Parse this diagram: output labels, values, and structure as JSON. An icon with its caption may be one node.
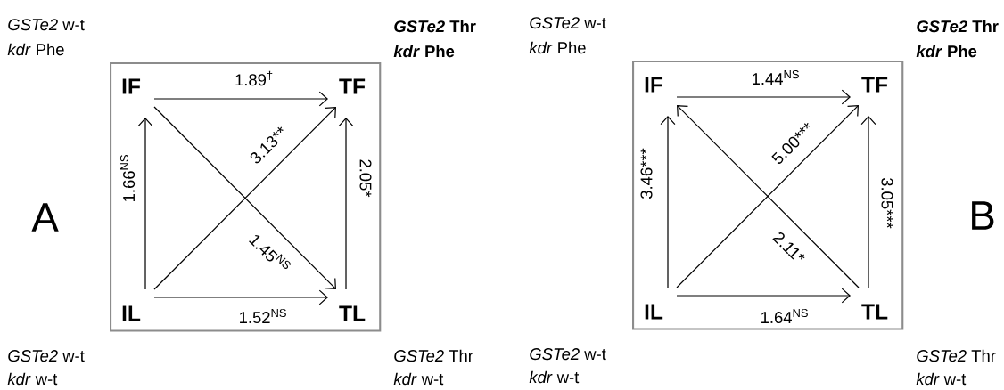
{
  "diagram": {
    "nodes": [
      {
        "text": [],
        "shape": "box"
      },
      {
        "text": [
          "IF"
        ],
        "in": 0
      },
      {
        "text": [
          "TF"
        ],
        "in": 0
      },
      {
        "text": [
          "IL"
        ],
        "in": 0
      },
      {
        "text": [
          "TL"
        ],
        "in": 0
      },
      {
        "text": [],
        "shape": "box"
      },
      {
        "text": [
          "IF"
        ],
        "in": 5
      },
      {
        "text": [
          "TF"
        ],
        "in": 5
      },
      {
        "text": [
          "IL"
        ],
        "in": 5
      },
      {
        "text": [
          "TL"
        ],
        "in": 5
      }
    ],
    "edges": [
      {
        "from": 1,
        "to": 2,
        "arrow": "to",
        "label": "1.89$^{†}$"
      },
      {
        "from": 3,
        "to": 1,
        "arrow": "to",
        "label": "1.66$^{NS}$"
      },
      {
        "from": 3,
        "to": 2,
        "arrow": "to",
        "label": "3.13**"
      },
      {
        "from": 4,
        "to": 2,
        "arrow": "to",
        "label": "2.05*"
      },
      {
        "from": 1,
        "to": 4,
        "arrow": "to",
        "label": "1.45$^{NS}$"
      },
      {
        "from": 3,
        "to": 4,
        "arrow": "to",
        "label": "1.52$^{NS}$"
      },
      {
        "from": 6,
        "to": 7,
        "arrow": "to",
        "label": "1.44$^{NS}$"
      },
      {
        "from": 8,
        "to": 6,
        "arrow": "to",
        "label": "3.46***"
      },
      {
        "from": 8,
        "to": 7,
        "arrow": "to",
        "label": "5.00***"
      },
      {
        "from": 9,
        "to": 7,
        "arrow": "to",
        "label": "3.05***"
      },
      {
        "from": 9,
        "to": 6,
        "arrow": "to",
        "label": "2.11*"
      },
      {
        "from": 8,
        "to": 9,
        "arrow": "to",
        "label": "1.64$^{NS}$"
      }
    ],
    "labels": [
      "*GSTe2* w-t",
      "*kdr* Phe",
      "*GSTe2* Thr",
      "*kdr* Phe",
      "*GSTe2* w-t",
      "*kdr* Phe",
      "*GSTe2* Thr",
      "*kdr* Phe",
      "A",
      "B",
      "*GSTe2* w-t",
      "*kdr* w-t",
      "*GSTe2* Thr",
      "*kdr* w-t",
      "*GSTe2* w-t",
      "*kdr* w-t",
      "*GSTe2* Thr",
      "*kdr* w-t"
    ]
  }
}
